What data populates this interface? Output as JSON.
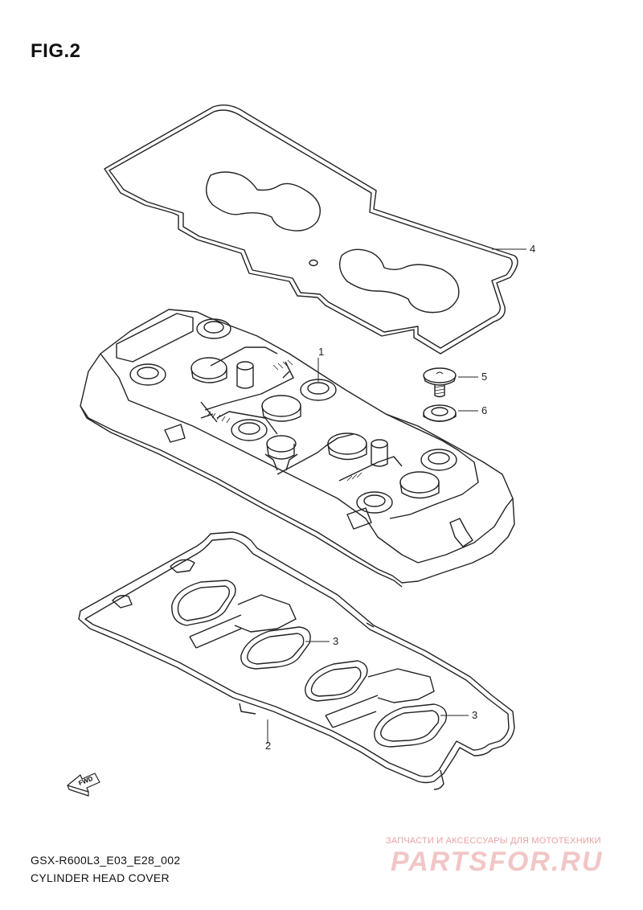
{
  "figure": {
    "title": "FIG.2"
  },
  "callouts": {
    "c1": "1",
    "c2": "2",
    "c3a": "3",
    "c3b": "3",
    "c4": "4",
    "c5": "5",
    "c6": "6"
  },
  "fwd_arrow": {
    "label": "FWD"
  },
  "footer": {
    "code": "GSX-R600L3_E03_E28_002",
    "name": "CYLINDER HEAD COVER"
  },
  "watermark": {
    "caption": "ЗАПЧАСТИ И АКСЕССУАРЫ ДЛЯ МОТОТЕХНИКИ",
    "logo": "PARTSFOR.RU"
  }
}
